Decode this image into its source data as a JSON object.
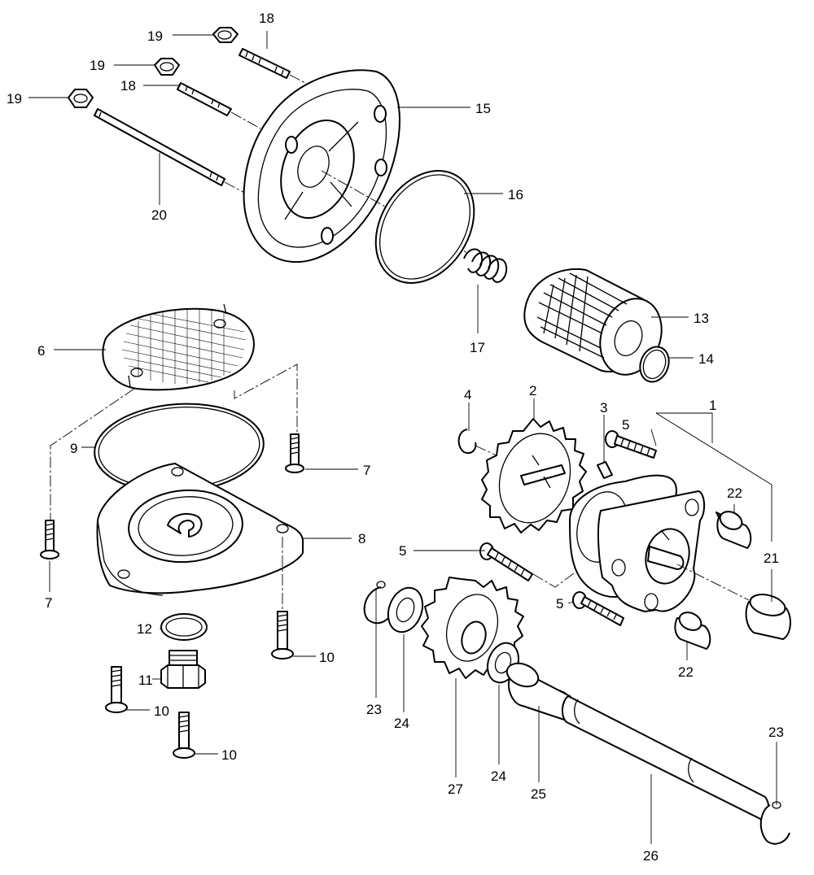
{
  "diagram": {
    "labels": [
      "1",
      "2",
      "3",
      "4",
      "5",
      "5",
      "5",
      "6",
      "7",
      "7",
      "8",
      "9",
      "10",
      "10",
      "10",
      "11",
      "12",
      "13",
      "14",
      "15",
      "16",
      "17",
      "18",
      "18",
      "19",
      "19",
      "19",
      "20",
      "21",
      "22",
      "22",
      "23",
      "23",
      "24",
      "24",
      "25",
      "26",
      "27"
    ]
  }
}
